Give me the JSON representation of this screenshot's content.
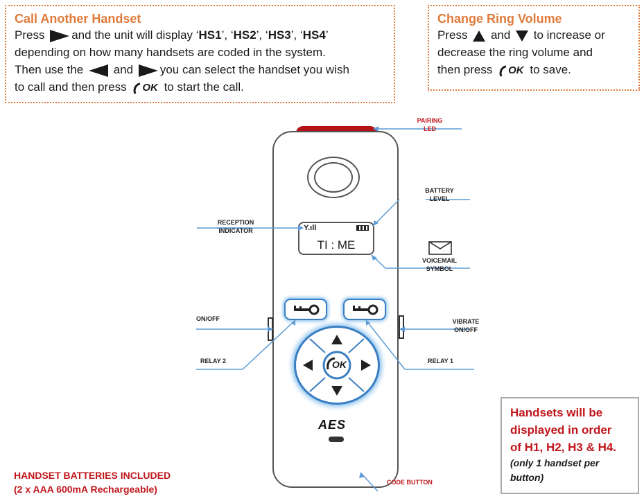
{
  "call_box": {
    "title": "Call Another Handset",
    "l1_a": "Press",
    "l1_b": "and the unit will display ‘",
    "hs1": "HS1",
    "sep1": "’, ‘",
    "hs2": "HS2",
    "sep2": "’, ‘",
    "hs3": "HS3",
    "sep3": "’, ‘",
    "hs4": "HS4",
    "end": "’",
    "l2": "depending on how many handsets are coded in the system.",
    "l3_a": "Then use the",
    "l3_b": "and",
    "l3_c": "you can select the handset you wish",
    "l4_a": "to call and then press",
    "l4_b": "to start the call."
  },
  "ring_box": {
    "title": "Change Ring Volume",
    "l1_a": "Press",
    "l1_b": "and",
    "l1_c": "to increase or",
    "l2": "decrease the ring volume and",
    "l3_a": "then press",
    "l3_b": "to save."
  },
  "ok_text": "OK",
  "labels": {
    "pairing_1": "PAIRING",
    "pairing_2": "LED",
    "battery_1": "BATTERY",
    "battery_2": "LEVEL",
    "reception_1": "RECEPTION",
    "reception_2": "INDICATOR",
    "voicemail_1": "VOICEMAIL",
    "voicemail_2": "SYMBOL",
    "onoff": "ON/OFF",
    "vibrate_1": "VIBRATE",
    "vibrate_2": "ON/OFF",
    "relay2": "RELAY 2",
    "relay1": "RELAY 1",
    "code_button": "CODE BUTTON"
  },
  "screen": {
    "signal": "Y.ıll",
    "time": "TI : ME"
  },
  "brand": "AES",
  "batteries": {
    "l1": "HANDSET BATTERIES INCLUDED",
    "l2": "(2 x AAA 600mA Rechargeable)"
  },
  "note": {
    "l1": "Handsets will be",
    "l2": "displayed in order",
    "l3": "of H1, H2, H3 & H4.",
    "l4": "(only 1 handset per",
    "l5": "button)"
  },
  "colors": {
    "orange": "#e07a3a",
    "red": "#c0161b",
    "blue": "#3a7ec2",
    "led": "#b31216"
  }
}
